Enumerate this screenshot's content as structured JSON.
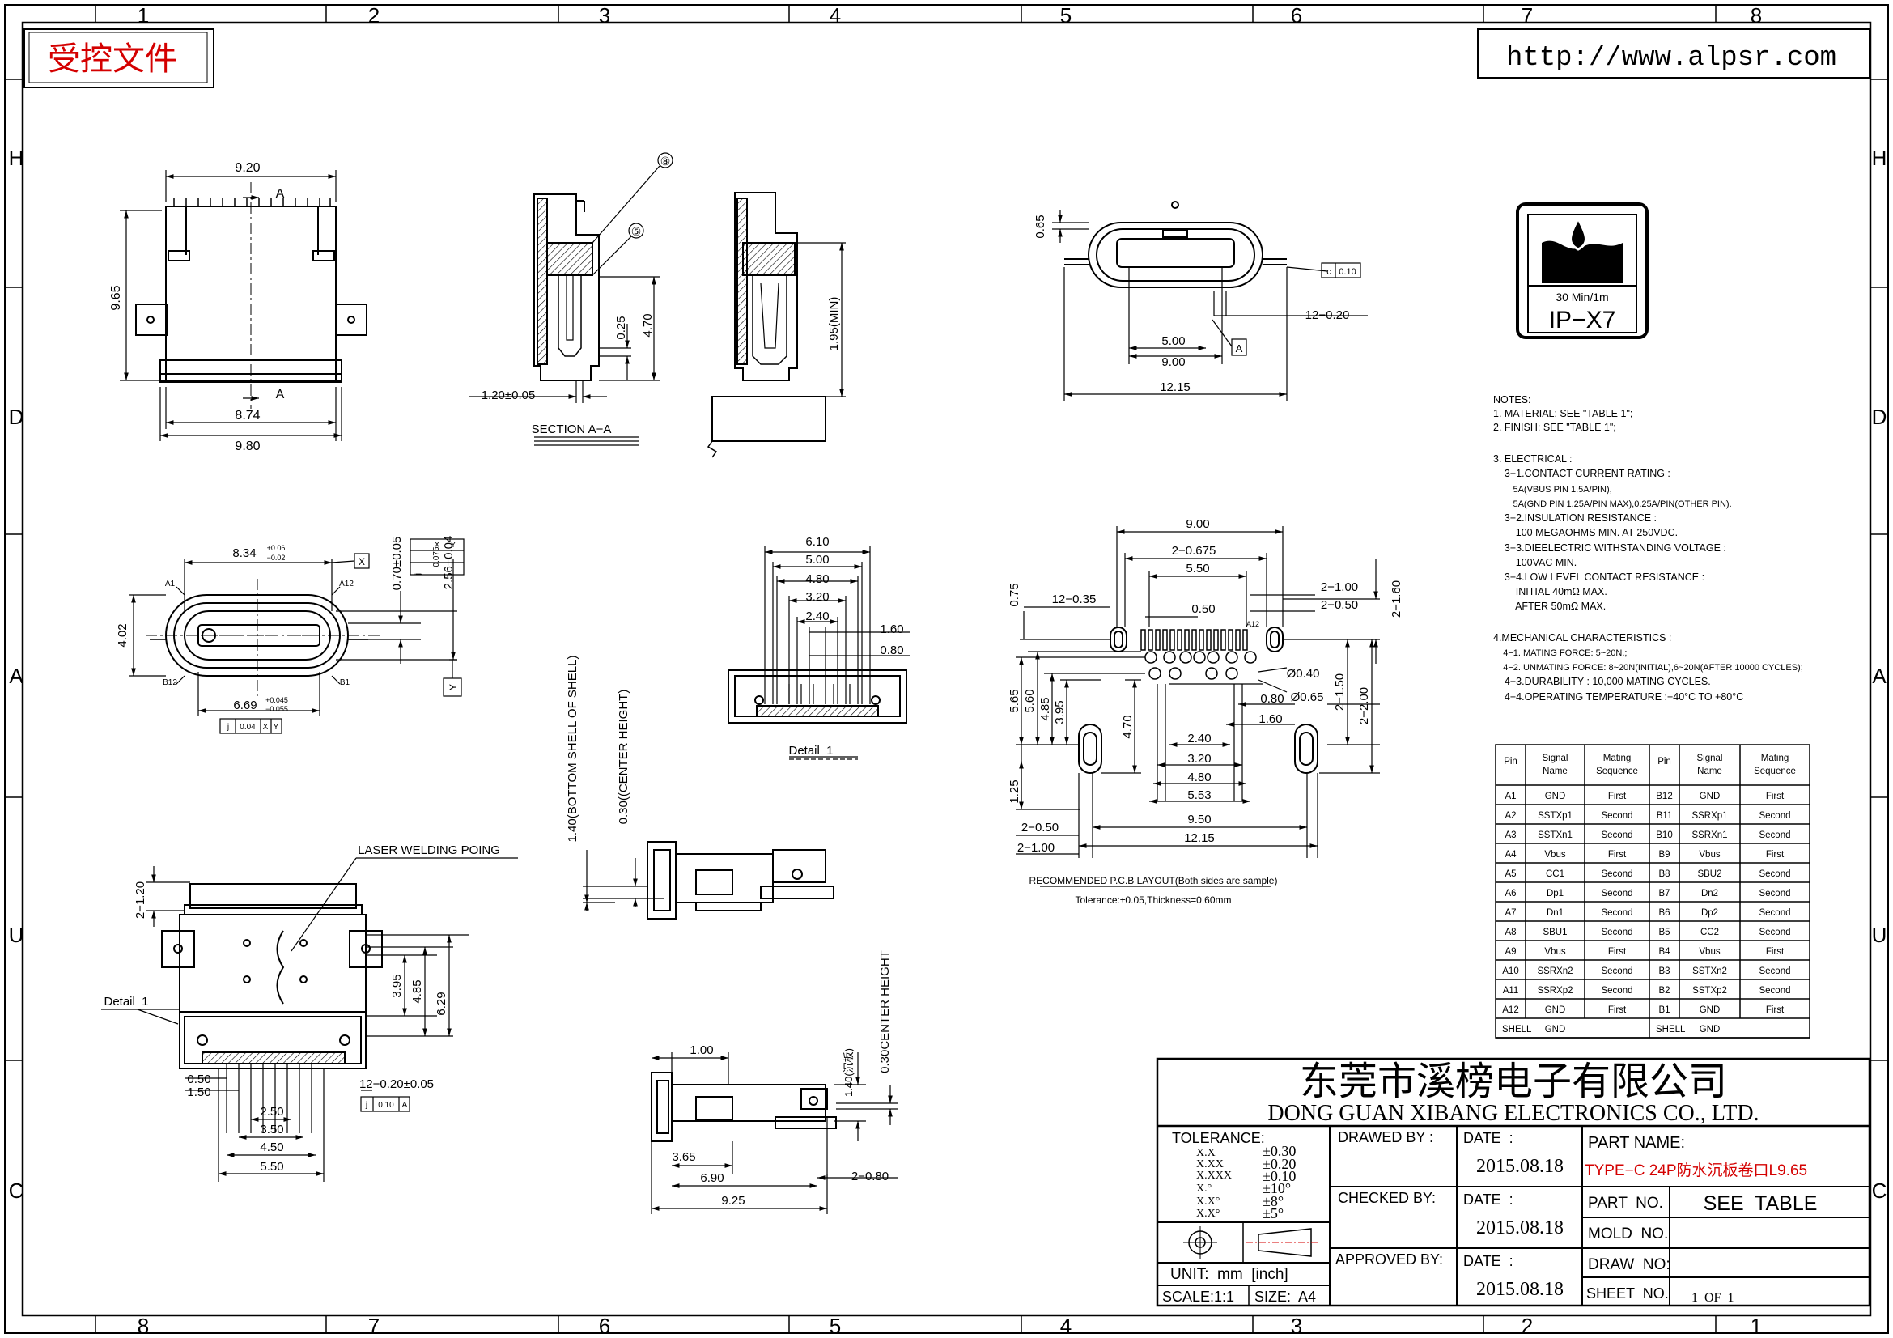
{
  "sheet": {
    "controlled_stamp": "受控文件",
    "url": "http://www.alpsr.com",
    "columns_top": [
      "1",
      "2",
      "3",
      "4",
      "5",
      "6",
      "7",
      "8"
    ],
    "columns_bottom": [
      "8",
      "7",
      "6",
      "5",
      "4",
      "3",
      "2",
      "1"
    ],
    "rows_left": [
      "H",
      "D",
      "A",
      "U",
      "C"
    ],
    "rows_right": [
      "H",
      "D",
      "A",
      "U",
      "C"
    ]
  },
  "views": {
    "top": {
      "d1": "9.20",
      "d2": "9.65",
      "d3": "8.74",
      "d4": "9.80",
      "sec_a_top": "A",
      "sec_a_bot": "A"
    },
    "section": {
      "callout8": "⑧",
      "callout5": "⑤",
      "d1": "0.25",
      "d2": "4.70",
      "d3": "1.20±0.05",
      "label": "SECTION A−A"
    },
    "side": {
      "d1": "1.95(MIN)"
    },
    "front": {
      "d1": "0.65",
      "d2": "12−0.20",
      "d3": "5.00",
      "d4": "9.00",
      "d5": "12.15",
      "flat": "0.10",
      "datum": "A",
      "flat_sym": "c"
    },
    "face": {
      "d1": "8.34",
      "d1_up": "+0.06",
      "d1_dn": "−0.02",
      "d2": "4.02",
      "d3": "0.70±0.05",
      "d4": "2.56±0.04",
      "d5": "6.69",
      "d5_up": "+0.045",
      "d5_dn": "−0.055",
      "a1": "A1",
      "a12": "A12",
      "b12": "B12",
      "b1": "B1",
      "tol1": [
        "j",
        "0.075",
        "X",
        "Y"
      ],
      "tol2": [
        "j",
        "0.04",
        "X",
        "Y"
      ],
      "dx": "X",
      "dy": "Y"
    },
    "detail": {
      "d1": "6.10",
      "d2": "5.00",
      "d3": "4.80",
      "d4": "3.20",
      "d5": "2.40",
      "d6": "1.60",
      "d7": "0.80",
      "label": "Detail  1"
    },
    "pcb": {
      "d9": "9.00",
      "d2675": "2−0.675",
      "d550": "5.50",
      "d050": "0.50",
      "d1235": "12−0.35",
      "d075": "0.75",
      "d2100": "2−1.00",
      "d2050": "2−0.50",
      "d2160": "2−1.60",
      "a12": "A12",
      "d565": "5.65",
      "d560": "5.60",
      "d485": "4.85",
      "d395": "3.95",
      "d470": "4.70",
      "d125": "1.25",
      "phi040": "Ø0.40",
      "phi065": "Ø0.65",
      "d080": "0.80",
      "d160": "1.60",
      "d2150": "2−1.50",
      "d2200": "2−2.00",
      "d240": "2.40",
      "d320": "3.20",
      "d480": "4.80",
      "d553": "5.53",
      "d950": "9.50",
      "d1215": "12.15",
      "d2050b": "2−0.50",
      "d2100b": "2−1.00",
      "title": "RECOMMENDED P.C.B LAYOUT(Both sides are sample)",
      "tol": "Tolerance:±0.05,Thickness=0.60mm"
    },
    "bottom_view": {
      "laser": "LASER WELDING POING",
      "d2120": "2−1.20",
      "detail": "Detail  1",
      "d395": "3.95",
      "d485": "4.85",
      "d629": "6.29",
      "d050": "0.50",
      "d150": "1.50",
      "d250": "2.50",
      "d350": "3.50",
      "d450": "4.50",
      "d550": "5.50",
      "d1220": "12−0.20±0.05",
      "tol": [
        "j",
        "0.10",
        "A"
      ]
    },
    "bottom_side": {
      "shell": "1.40(BOTTOM SHELL OF SHELL)",
      "center": "0.30((CENTER HEIGHT)"
    },
    "side2": {
      "d100": "1.00",
      "d140": "1.40(沉板)",
      "center": "0.30CENTER HEIGHT",
      "d365": "3.65",
      "d690": "6.90",
      "d925": "9.25",
      "d2080": "2−0.80"
    }
  },
  "ip_badge": {
    "time": "30 Min/1m",
    "rating": "IP−X7"
  },
  "notes": {
    "lines": [
      "NOTES:",
      "1. MATERIAL: SEE \"TABLE 1\";",
      "2. FINISH: SEE \"TABLE 1\";",
      "",
      "3. ELECTRICAL :",
      "    3−1.CONTACT CURRENT RATING :",
      "        5A(VBUS PIN 1.5A/PIN),",
      "        5A(GND PIN 1.25A/PIN MAX),0.25A/PIN(OTHER PIN).",
      "    3−2.INSULATION RESISTANCE :",
      "        100 MEGAOHMS MIN. AT 250VDC.",
      "    3−3.DIEELECTRIC WITHSTANDING VOLTAGE :",
      "        100VAC MIN.",
      "    3−4.LOW LEVEL CONTACT RESISTANCE :",
      "        INITIAL 40mΩ MAX.",
      "        AFTER 50mΩ MAX.",
      "",
      "4.MECHANICAL CHARACTERISTICS :",
      "    4−1. MATING FORCE: 5~20N.;",
      "    4−2. UNMATING FORCE: 8~20N(INITIAL),6~20N(AFTER 10000 CYCLES);",
      "    4−3.DURABILITY : 10,000 MATING CYCLES.",
      "    4−4.OPERATING TEMPERATURE :−40°C TO +80°C"
    ]
  },
  "pin_table": {
    "headers": [
      "Pin",
      "Signal\nName",
      "Mating\nSequence",
      "Pin",
      "Signal\nName",
      "Mating\nSequence"
    ],
    "rows": [
      [
        "A1",
        "GND",
        "First",
        "B12",
        "GND",
        "First"
      ],
      [
        "A2",
        "SSTXp1",
        "Second",
        "B11",
        "SSRXp1",
        "Second"
      ],
      [
        "A3",
        "SSTXn1",
        "Second",
        "B10",
        "SSRXn1",
        "Second"
      ],
      [
        "A4",
        "Vbus",
        "First",
        "B9",
        "Vbus",
        "First"
      ],
      [
        "A5",
        "CC1",
        "Second",
        "B8",
        "SBU2",
        "Second"
      ],
      [
        "A6",
        "Dp1",
        "Second",
        "B7",
        "Dn2",
        "Second"
      ],
      [
        "A7",
        "Dn1",
        "Second",
        "B6",
        "Dp2",
        "Second"
      ],
      [
        "A8",
        "SBU1",
        "Second",
        "B5",
        "CC2",
        "Second"
      ],
      [
        "A9",
        "Vbus",
        "First",
        "B4",
        "Vbus",
        "First"
      ],
      [
        "A10",
        "SSRXn2",
        "Second",
        "B3",
        "SSTXn2",
        "Second"
      ],
      [
        "A11",
        "SSRXp2",
        "Second",
        "B2",
        "SSTXp2",
        "Second"
      ],
      [
        "A12",
        "GND",
        "First",
        "B1",
        "GND",
        "First"
      ]
    ],
    "shell_row": [
      "SHELL",
      "GND",
      "SHELL",
      "GND"
    ]
  },
  "title_block": {
    "company_cn": "东莞市溪榜电子有限公司",
    "company_en": "DONG GUAN XIBANG ELECTRONICS CO., LTD.",
    "tolerance_label": "TOLERANCE:",
    "tolerance_rows": [
      [
        "X.X",
        "±0.30"
      ],
      [
        "X.XX",
        "±0.20"
      ],
      [
        "X.XXX",
        "±0.10"
      ],
      [
        "X.°",
        "±10°"
      ],
      [
        "X.X°",
        "±8°"
      ],
      [
        "X.X°",
        "±5°"
      ]
    ],
    "unit": "UNIT:  mm  [inch]",
    "scale": "SCALE:1:1",
    "size": "SIZE:  A4",
    "drawn_by": "DRAWED BY :",
    "checked_by": "CHECKED BY:",
    "approved_by": "APPROVED BY:",
    "date_label": "DATE  :",
    "date": "2015.08.18",
    "part_name_label": "PART NAME:",
    "part_name": "TYPE−C 24P防水沉板卷口L9.65",
    "part_no_label": "PART  NO.",
    "part_no": "SEE  TABLE",
    "mold_no_label": "MOLD  NO.",
    "draw_no_label": "DRAW  NO:",
    "sheet_label": "SHEET  NO.",
    "sheet": "1  OF  1"
  },
  "colors": {
    "line": "#000000",
    "red": "#d40000",
    "bg": "#ffffff",
    "hatch": "#1a1a1a"
  }
}
